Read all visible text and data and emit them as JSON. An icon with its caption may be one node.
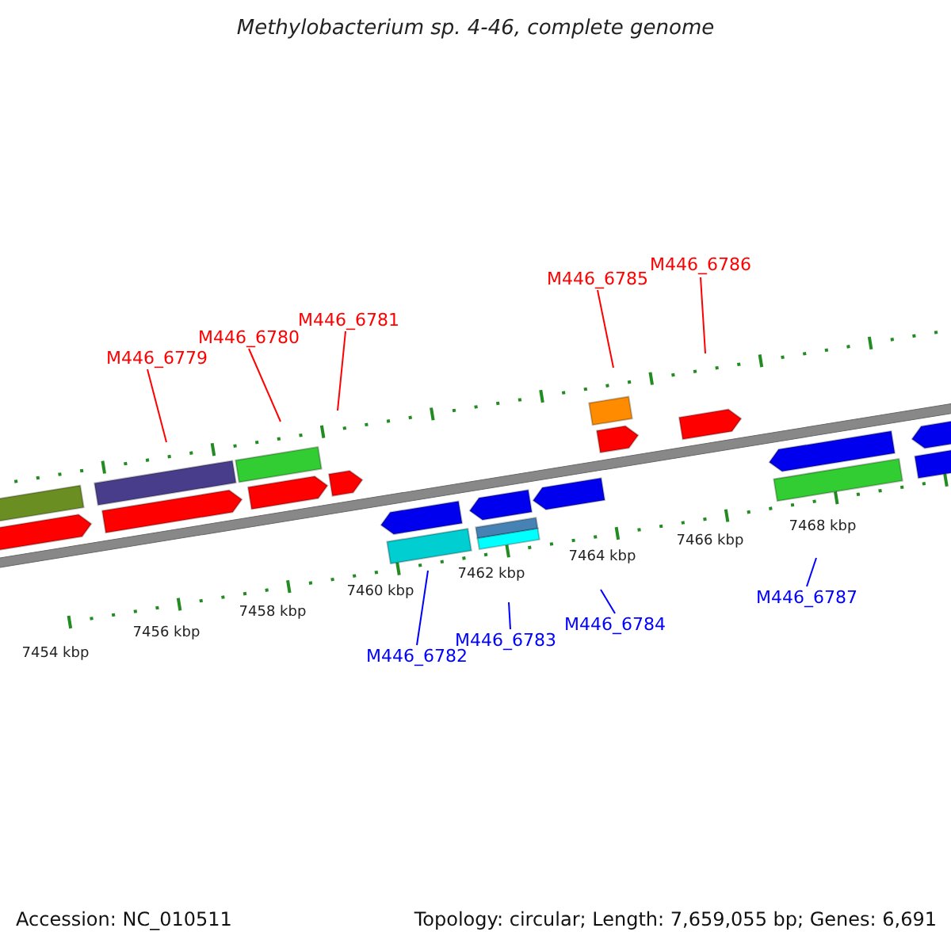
{
  "diagram": {
    "title": "Methylobacterium sp. 4-46, complete genome",
    "nodes": [
      {
        "text": [
          "M446_6779"
        ]
      },
      {
        "text": [
          "M446_6780"
        ]
      },
      {
        "text": [
          "M446_6781"
        ]
      },
      {
        "text": [
          "M446_6782"
        ]
      },
      {
        "text": [
          "M446_6783"
        ]
      },
      {
        "text": [
          "M446_6784"
        ]
      },
      {
        "text": [
          "M446_6785"
        ]
      },
      {
        "text": [
          "M446_6786"
        ]
      },
      {
        "text": [
          "M446_6787"
        ]
      }
    ],
    "edges": [
      {
        "from": 0,
        "to": null,
        "arrow": "none"
      },
      {
        "from": 1,
        "to": null,
        "arrow": "none"
      },
      {
        "from": 2,
        "to": null,
        "arrow": "none"
      },
      {
        "from": 3,
        "to": null,
        "arrow": "none",
        "color": "#0000ff"
      },
      {
        "from": 4,
        "to": null,
        "arrow": "none",
        "color": "#0000ff"
      },
      {
        "from": 5,
        "to": null,
        "arrow": "none",
        "color": "#0000ff"
      },
      {
        "from": 6,
        "to": null,
        "arrow": "none"
      },
      {
        "from": 7,
        "to": null,
        "arrow": "none"
      },
      {
        "from": 8,
        "to": null,
        "arrow": "none",
        "color": "#0000ff"
      }
    ],
    "labels": [
      "7454 kbp",
      "7456 kbp",
      "7458 kbp",
      "7460 kbp",
      "7462 kbp",
      "7464 kbp",
      "7466 kbp",
      "7468 kbp",
      "Accession: NC_010511",
      "Topology: circular; Length: 7,659,055 bp; Genes: 6,691"
    ]
  }
}
